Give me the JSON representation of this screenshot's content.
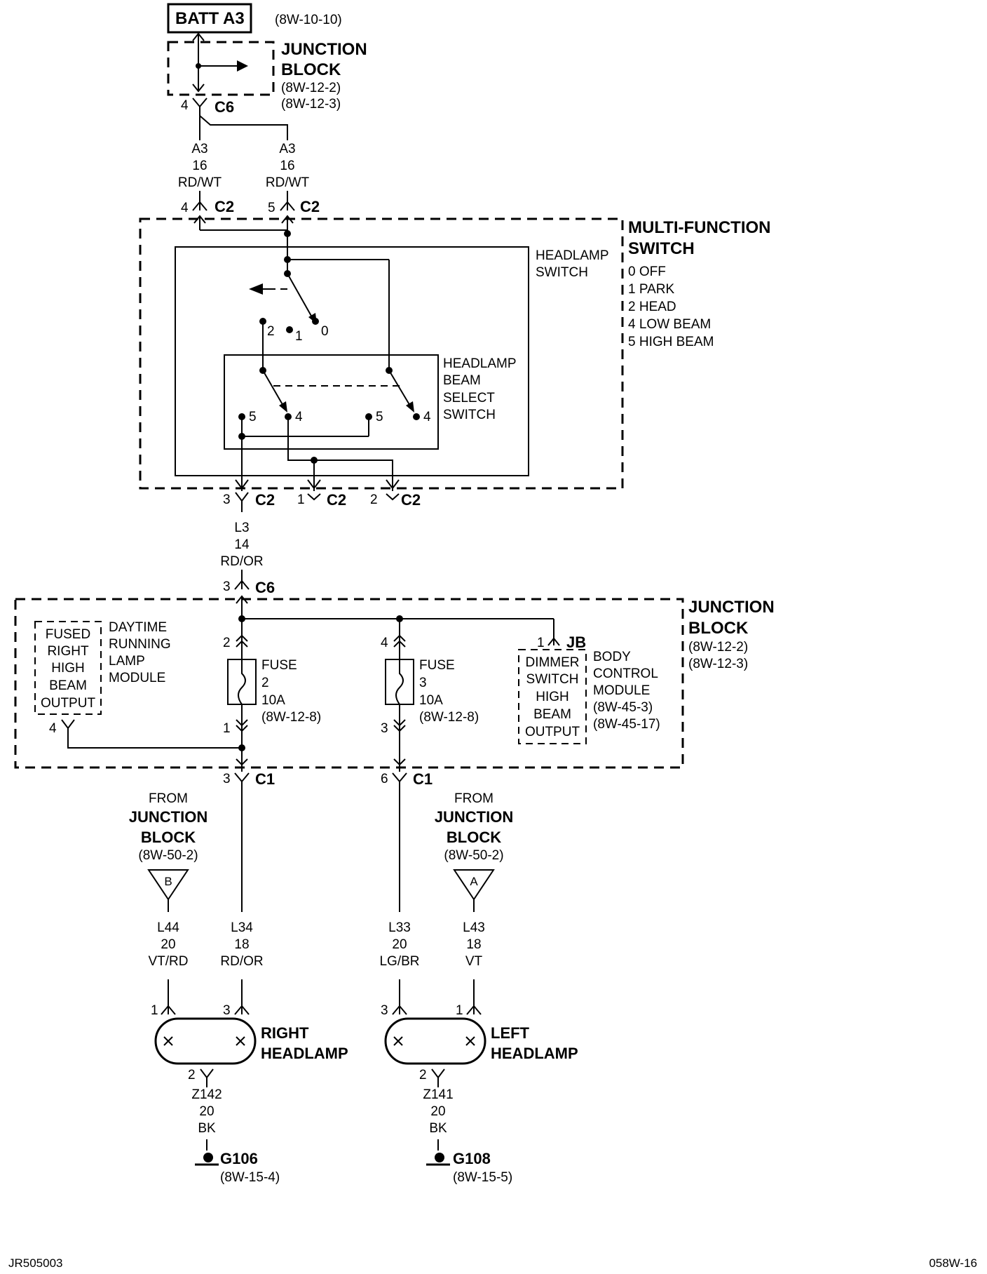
{
  "batt": {
    "label": "BATT A3",
    "ref": "(8W-10-10)"
  },
  "jb_top": {
    "line1": "JUNCTION",
    "line2": "BLOCK",
    "ref1": "(8W-12-2)",
    "ref2": "(8W-12-3)",
    "conn": "C6",
    "pin": "4"
  },
  "wire_a3_left": {
    "code": "A3",
    "gauge": "16",
    "color": "RD/WT"
  },
  "wire_a3_right": {
    "code": "A3",
    "gauge": "16",
    "color": "RD/WT"
  },
  "c2_top": {
    "pin_left": "4",
    "pin_right": "5",
    "name": "C2"
  },
  "mfs": {
    "line1": "MULTI-FUNCTION",
    "line2": "SWITCH",
    "positions": [
      "0 OFF",
      "1 PARK",
      "2 HEAD",
      "4 LOW BEAM",
      "5 HIGH BEAM"
    ]
  },
  "headlamp_switch": {
    "line1": "HEADLAMP",
    "line2": "SWITCH",
    "pos0": "0",
    "pos1": "1",
    "pos2": "2"
  },
  "beam_switch": {
    "line1": "HEADLAMP",
    "line2": "BEAM",
    "line3": "SELECT",
    "line4": "SWITCH",
    "p5a": "5",
    "p4a": "4",
    "p5b": "5",
    "p4b": "4"
  },
  "c2_bottom": {
    "pin3": "3",
    "pin1": "1",
    "pin2": "2",
    "name": "C2"
  },
  "wire_l3": {
    "code": "L3",
    "gauge": "14",
    "color": "RD/OR"
  },
  "c6_mid": {
    "pin": "3",
    "name": "C6"
  },
  "jb_mid": {
    "line1": "JUNCTION",
    "line2": "BLOCK",
    "ref1": "(8W-12-2)",
    "ref2": "(8W-12-3)"
  },
  "drl": {
    "box1": "FUSED",
    "box2": "RIGHT",
    "box3": "HIGH",
    "box4": "BEAM",
    "box5": "OUTPUT",
    "l1": "DAYTIME",
    "l2": "RUNNING",
    "l3": "LAMP",
    "l4": "MODULE",
    "pin": "4"
  },
  "fuse2": {
    "label": "FUSE",
    "num": "2",
    "amps": "10A",
    "ref": "(8W-12-8)",
    "pin_in": "2",
    "pin_out": "1"
  },
  "fuse3": {
    "label": "FUSE",
    "num": "3",
    "amps": "10A",
    "ref": "(8W-12-8)",
    "pin_in": "4",
    "pin_out": "3"
  },
  "bcm": {
    "pin": "1",
    "conn": "JB",
    "box1": "DIMMER",
    "box2": "SWITCH",
    "box3": "HIGH",
    "box4": "BEAM",
    "box5": "OUTPUT",
    "l1": "BODY",
    "l2": "CONTROL",
    "l3": "MODULE",
    "ref1": "(8W-45-3)",
    "ref2": "(8W-45-17)"
  },
  "c1_left": {
    "pin": "3",
    "name": "C1"
  },
  "c1_right": {
    "pin": "6",
    "name": "C1"
  },
  "from_b": {
    "l1": "FROM",
    "l2": "JUNCTION",
    "l3": "BLOCK",
    "ref": "(8W-50-2)",
    "letter": "B"
  },
  "from_a": {
    "l1": "FROM",
    "l2": "JUNCTION",
    "l3": "BLOCK",
    "ref": "(8W-50-2)",
    "letter": "A"
  },
  "wire_l44": {
    "code": "L44",
    "gauge": "20",
    "color": "VT/RD"
  },
  "wire_l34": {
    "code": "L34",
    "gauge": "18",
    "color": "RD/OR"
  },
  "wire_l33": {
    "code": "L33",
    "gauge": "20",
    "color": "LG/BR"
  },
  "wire_l43": {
    "code": "L43",
    "gauge": "18",
    "color": "VT"
  },
  "right_lamp": {
    "l1": "RIGHT",
    "l2": "HEADLAMP",
    "pin_a": "1",
    "pin_b": "3",
    "pin_gnd": "2"
  },
  "left_lamp": {
    "l1": "LEFT",
    "l2": "HEADLAMP",
    "pin_a": "3",
    "pin_b": "1",
    "pin_gnd": "2"
  },
  "wire_z142": {
    "code": "Z142",
    "gauge": "20",
    "color": "BK"
  },
  "wire_z141": {
    "code": "Z141",
    "gauge": "20",
    "color": "BK"
  },
  "g106": {
    "name": "G106",
    "ref": "(8W-15-4)"
  },
  "g108": {
    "name": "G108",
    "ref": "(8W-15-5)"
  },
  "footer": {
    "left": "JR505003",
    "right": "058W-16"
  }
}
